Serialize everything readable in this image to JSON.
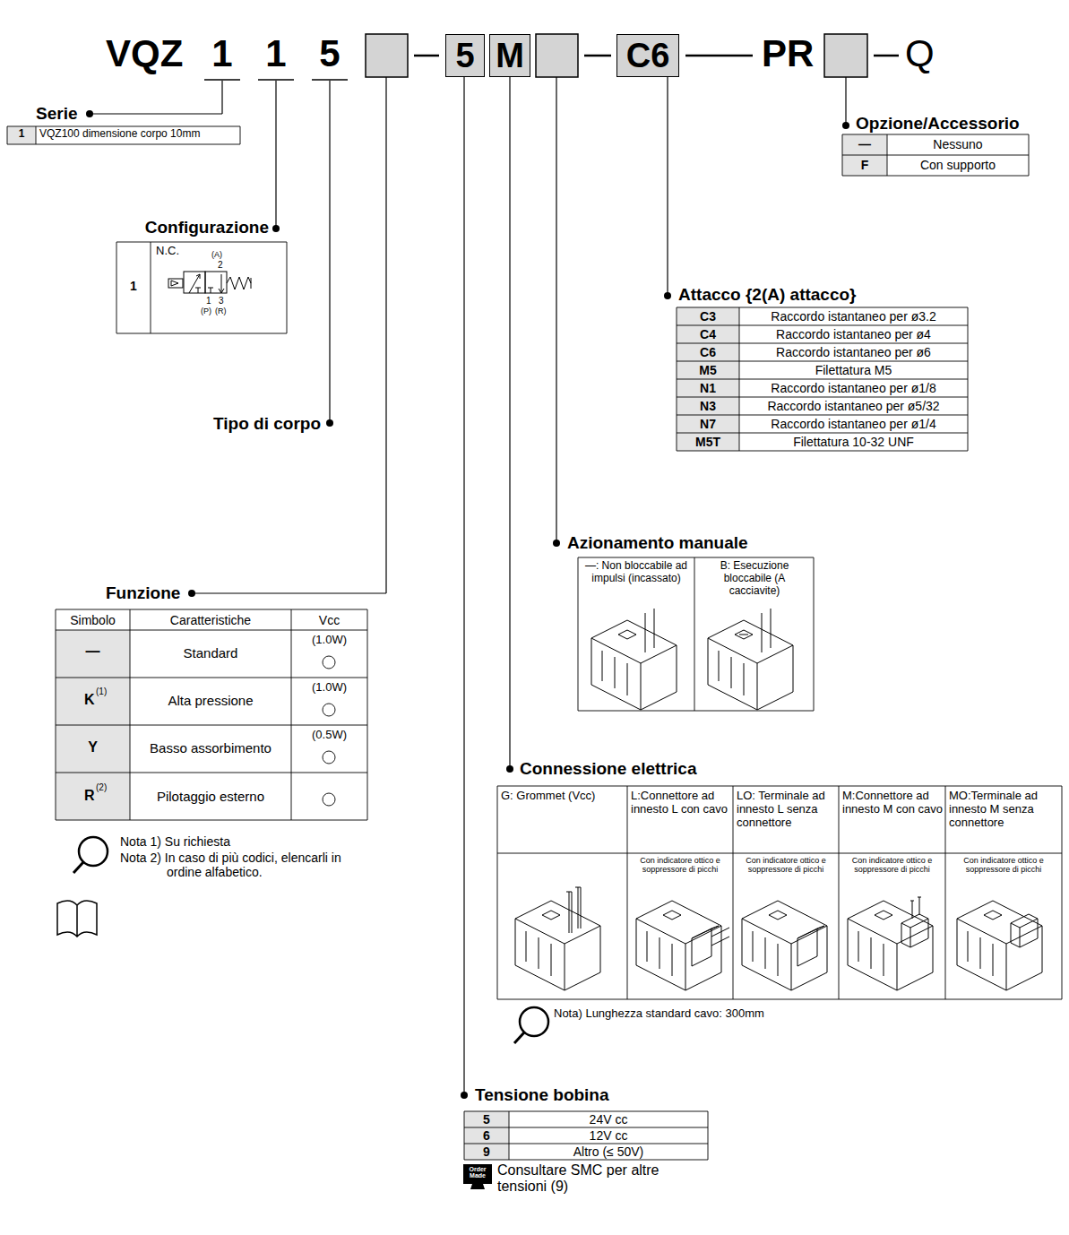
{
  "diagram": {
    "nodes": [
      {
        "text": [
          "5"
        ]
      },
      {
        "text": [
          "M"
        ]
      },
      {
        "text": [
          "C6"
        ]
      }
    ],
    "labels": [
      "VQZ",
      "1",
      "1",
      "5",
      "PR",
      "Q",
      "Serie",
      "1",
      "VQZ100 dimensione corpo 10mm",
      "Configurazione",
      "1",
      "N.C.",
      "(A)",
      "2",
      "1",
      "3",
      "(P)",
      "(R)",
      "Tipo di corpo",
      "Funzione",
      "Simbolo",
      "Caratteristiche",
      "Vcc",
      "—",
      "Standard",
      "(1.0W)",
      "K",
      "(1)",
      "Alta pressione",
      "(1.0W)",
      "Y",
      "Basso assorbimento",
      "(0.5W)",
      "R",
      "(2)",
      "Pilotaggio esterno",
      "Nota 1) Su richiesta",
      "Nota 2) In caso di più codici, elencarli in ordine alfabetico.",
      "Tensione bobina",
      "5",
      "24V cc",
      "6",
      "12V cc",
      "9",
      "Altro (≤ 50V)",
      "Order Made",
      "Consultare SMC per altre tensioni (9)",
      "Connessione elettrica",
      "G: Grommet (Vcc)",
      "L:Connettore ad innesto L con cavo",
      "LO: Terminale ad innesto L senza connettore",
      "M:Connettore ad innesto M con cavo",
      "MO:Terminale ad innesto M senza connettore",
      "Con indicatore ottico e soppressore di picchi",
      "Con indicatore ottico e soppressore di picchi",
      "Con indicatore ottico e soppressore di picchi",
      "Con indicatore ottico e soppressore di picchi",
      "Nota) Lunghezza standard cavo: 300mm",
      "Azionamento manuale",
      "—: Non bloccabile ad impulsi (incassato)",
      "B: Esecuzione bloccabile (A cacciavite)",
      "Attacco {2(A) attacco}",
      "C3",
      "Raccordo istantaneo per ø3.2",
      "C4",
      "Raccordo istantaneo per ø4",
      "C6",
      "Raccordo istantaneo per ø6",
      "M5",
      "Filettatura M5",
      "N1",
      "Raccordo istantaneo per ø1/8",
      "N3",
      "Raccordo istantaneo per ø5/32",
      "N7",
      "Raccordo istantaneo per ø1/4",
      "M5T",
      "Filettatura 10-32 UNF",
      "Opzione/Accessorio",
      "—",
      "Nessuno",
      "F",
      "Con supporto"
    ]
  }
}
